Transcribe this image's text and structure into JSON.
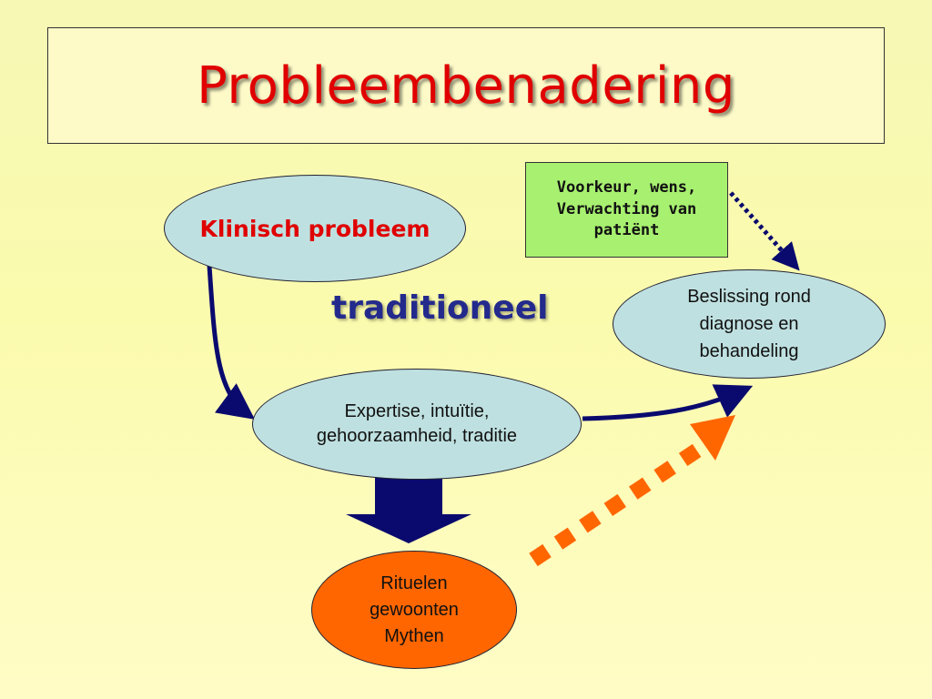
{
  "title": "Probleembenadering",
  "nodes": {
    "klinisch": "Klinisch probleem",
    "expertise": "Expertise, intuïtie,\ngehoorzaamheid, traditie",
    "beslissing": "Beslissing rond\ndiagnose en\nbehandeling",
    "rituelen": "Rituelen\ngewoonten\nMythen",
    "voorkeur": "Voorkeur, wens,\nVerwachting van\npatiënt"
  },
  "label_traditioneel": "traditioneel",
  "colors": {
    "title": "#e00000",
    "ellipse_fill": "#bfe0e0",
    "rituelen_fill": "#ff6600",
    "voorkeur_fill": "#a8f070",
    "arrow_navy": "#0a0a6e",
    "arrow_orange": "#ff6600"
  }
}
